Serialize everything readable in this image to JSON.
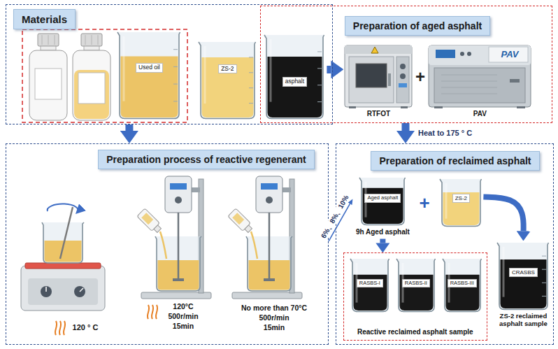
{
  "diagram": {
    "nodes": [
      {
        "text": [
          "Materials"
        ]
      },
      {
        "text": [
          "Used oil"
        ],
        "in": 0
      },
      {
        "text": [
          "ZS-2"
        ],
        "in": 0
      },
      {
        "text": [
          "asphalt"
        ],
        "in": 0
      },
      {
        "text": [
          "Preparation of aged asphalt"
        ]
      },
      {
        "text": [
          "RTFOT"
        ],
        "in": 4
      },
      {
        "text": [
          "PAV"
        ],
        "in": 4
      },
      {
        "text": [
          "Preparation process of reactive regenerant"
        ]
      },
      {
        "text": [
          "Preparation of reclaimed asphalt"
        ]
      },
      {
        "text": [
          "Aged asphalt",
          "9h Aged asphalt"
        ],
        "in": 8
      },
      {
        "text": [
          "ZS-2"
        ],
        "in": 8
      },
      {
        "text": [
          "Reactive reclaimed asphalt sample"
        ],
        "in": 8
      },
      {
        "text": [
          "RASBS-I"
        ],
        "in": 11
      },
      {
        "text": [
          "RASBS-II"
        ],
        "in": 11
      },
      {
        "text": [
          "RASBS-III"
        ],
        "in": 11
      },
      {
        "text": [
          "CRASBS",
          "ZS-2 reclaimed asphalt sample"
        ],
        "in": 8
      }
    ],
    "edges": [
      {
        "from": 3,
        "to": 5,
        "arrow": "to"
      },
      {
        "from": 0,
        "to": 7,
        "arrow": "to"
      },
      {
        "from": 4,
        "to": 8,
        "label": "Heat to 175 ° C",
        "arrow": "to"
      },
      {
        "from": 7,
        "to": 9,
        "label": "6%、8%、10%",
        "arrow": "to"
      },
      {
        "from": 9,
        "to": 11,
        "arrow": "to"
      },
      {
        "from": 10,
        "to": 15,
        "arrow": "to"
      }
    ],
    "labels": [
      "+",
      "PAV",
      "+",
      "120 ° C",
      "120°C",
      "500r/min",
      "15min",
      "No more than 70°C",
      "500r/min",
      "15min"
    ]
  }
}
